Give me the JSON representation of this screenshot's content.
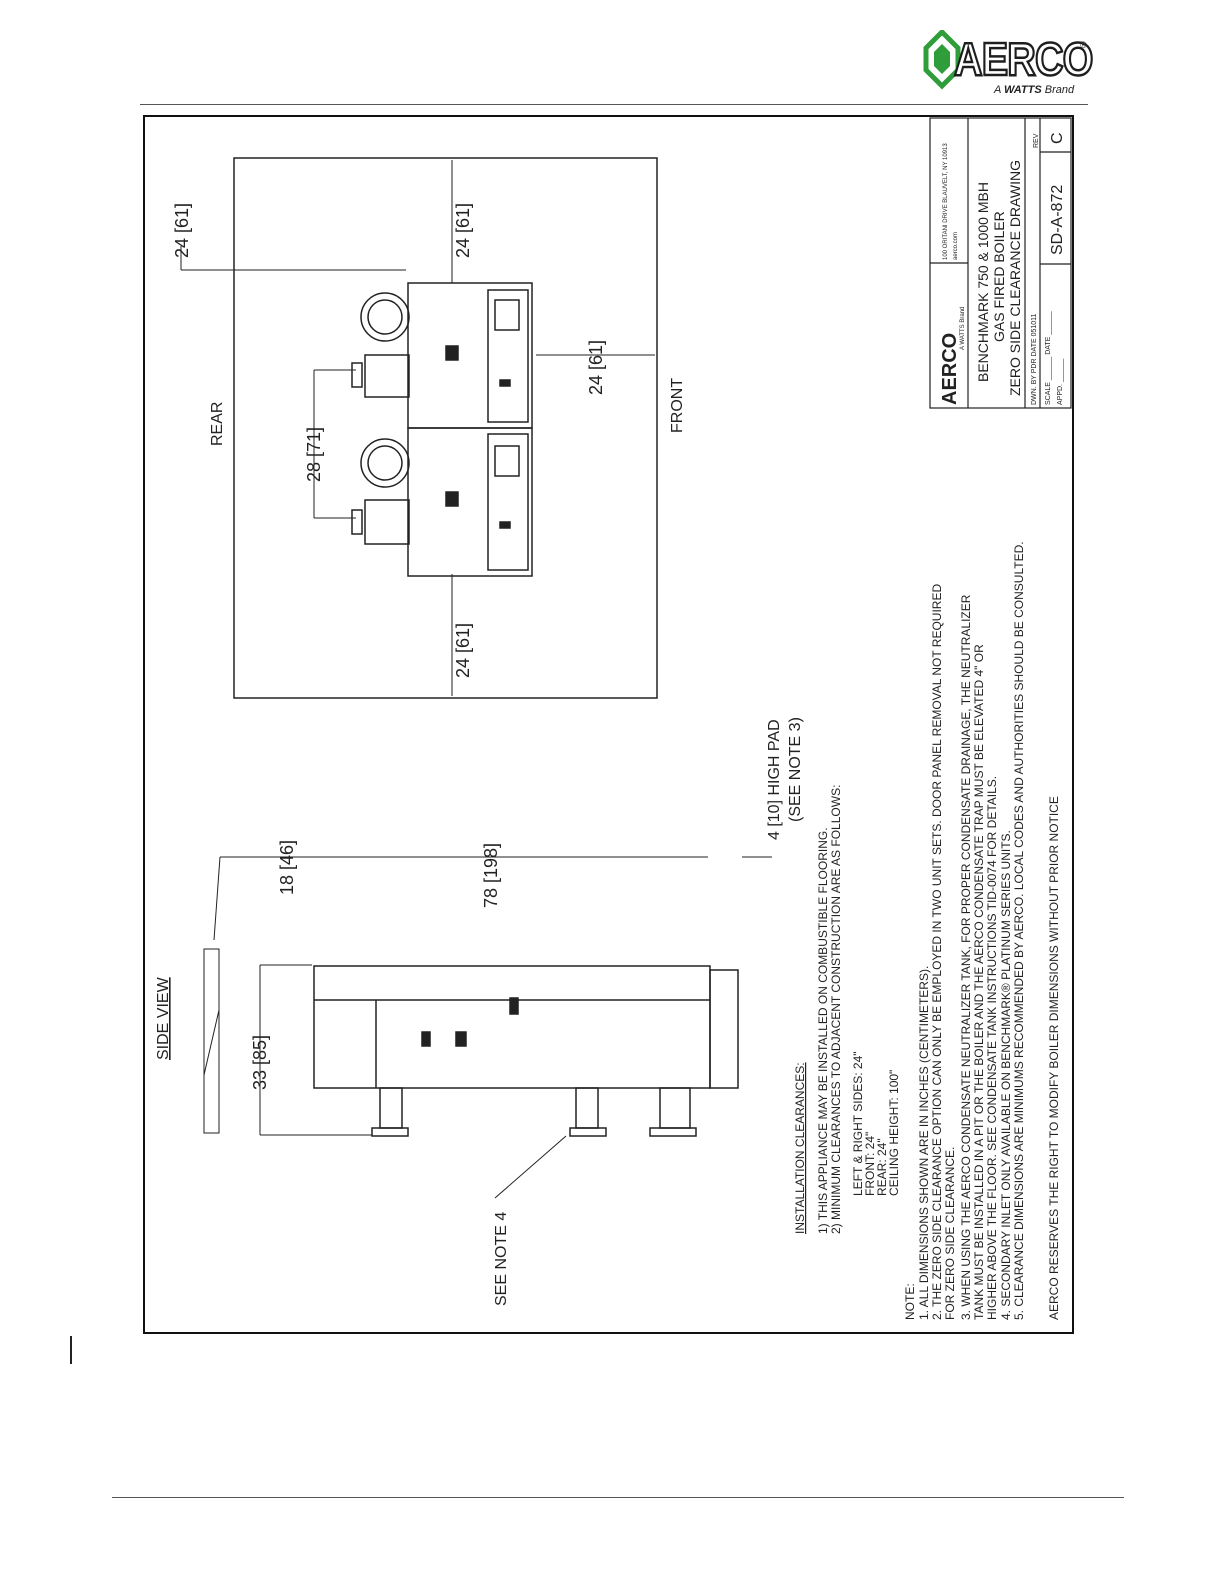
{
  "logo": {
    "brand": "AERCO",
    "tagline_prefix": "A ",
    "tagline_brand": "WATTS",
    "tagline_suffix": " Brand",
    "mark": "®"
  },
  "drawing": {
    "side_view": {
      "title": "SIDE VIEW",
      "dim_top": "18 [46]",
      "dim_length": "78 [198]",
      "dim_height": "33 [85]",
      "pad_note_line1": "4 [10] HIGH PAD",
      "pad_note_line2": "(SEE NOTE 3)",
      "see_note": "SEE NOTE 4"
    },
    "plan_view": {
      "rear_label": "REAR",
      "front_label": "FRONT",
      "dim_rear": "24 [61]",
      "dim_right": "24 [61]",
      "dim_left": "24 [61]",
      "dim_front": "24 [61]",
      "dim_spacing": "28 [71]"
    },
    "clearances": {
      "title": "INSTALLATION CLEARANCES:",
      "line1": "1)  THIS APPLIANCE MAY BE INSTALLED ON COMBUSTIBLE FLOORING.",
      "line2": "2)  MINIMUM CLEARANCES TO ADJACENT CONSTRUCTION ARE AS FOLLOWS:",
      "items": [
        "LEFT & RIGHT SIDES: 24\"",
        "FRONT: 24\"",
        "REAR: 24\"",
        "CEILING HEIGHT: 100\""
      ]
    },
    "notes": {
      "title": "NOTE:",
      "lines": [
        "1.  ALL DIMENSIONS SHOWN ARE IN INCHES (CENTIMETERS).",
        "2.  THE ZERO SIDE CLEARANCE OPTION CAN ONLY BE EMPLOYED IN TWO UNIT SETS.   DOOR PANEL REMOVAL NOT REQUIRED",
        "       FOR ZERO SIDE CLEARANCE.",
        "3.  WHEN USING THE AERCO CONDENSATE NEUTRALIZER TANK, FOR PROPER CONDENSATE DRAINAGE, THE NEUTRALIZER",
        "       TANK MUST BE INSTALLED IN A PIT OR THE BOILER AND THE AERCO CONDENSATE TRAP MUST BE ELEVATED 4\" OR",
        "       HIGHER ABOVE THE FLOOR.  SEE CONDENSATE TANK INSTRUCTIONS TID-0074 FOR DETAILS.",
        "4.  SECONDARY INLET ONLY AVAILABLE ON BENCHMARK® PLATINUM SERIES UNITS.",
        "5.  CLEARANCE DIMENSIONS ARE MINIMUMS RECOMMENDED BY AERCO.   LOCAL CODES AND AUTHORITIES SHOULD BE CONSULTED."
      ],
      "disclaimer": "AERCO RESERVES THE RIGHT TO MODIFY BOILER DIMENSIONS WITHOUT PRIOR NOTICE"
    },
    "title_block": {
      "brand": "AERCO",
      "sub": "A WATTS Brand",
      "address_line1": "100 ORITANI DRIVE  BLAUVELT, NY 10913",
      "address_line2": "aerco.com",
      "title_line1": "BENCHMARK 750 & 1000 MBH",
      "title_line2": "GAS FIRED BOILER",
      "title_line3": "ZERO SIDE CLEARANCE DRAWING",
      "dwn_line": "DWN. BY PDR DATE 051011",
      "scale_line": "SCALE ______ DATE ______",
      "appd_line": "APPD. ______",
      "drawing_no": "SD-A-872",
      "rev_label": "REV",
      "rev": "C"
    }
  }
}
